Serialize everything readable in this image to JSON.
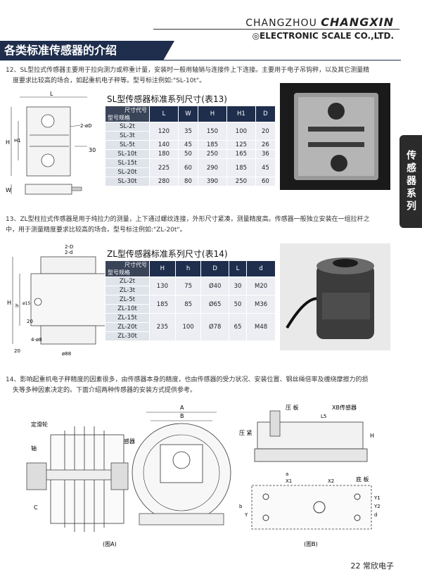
{
  "header": {
    "city": "CHANGZHOU",
    "brand": "CHANGXIN",
    "company": "◎ELECTRONIC SCALE CO.,LTD.",
    "section_title": "各类标准传感器的介绍",
    "side_tab": "传感器系列"
  },
  "sec12": {
    "text_line1": "12、SL型拉式传感器主要用于拉向测力或称重计量，安装时一般用轴销与连接件上下连接。主要用于电子吊钩秤，以及其它测量精",
    "text_line2": "度要求比较高的场合，如起重机电子秤等。型号标注例如:\"SL-10t\"。",
    "table_title": "SL型传感器标准系列尺寸(表13)",
    "corner_top": "尺寸代号",
    "corner_bottom": "型号规格",
    "columns": [
      "L",
      "W",
      "H",
      "H1",
      "D"
    ],
    "models": [
      "SL-2t",
      "SL-3t",
      "SL-5t",
      "SL-10t",
      "SL-15t",
      "SL-20t",
      "SL-30t"
    ],
    "groups": [
      {
        "rows": 2,
        "values": [
          "120",
          "35",
          "150",
          "100",
          "20"
        ]
      },
      {
        "rows": 1,
        "values": [
          "140",
          "45",
          "185",
          "125",
          "26"
        ]
      },
      {
        "rows": 1,
        "values": [
          "180",
          "50",
          "250",
          "165",
          "36"
        ]
      },
      {
        "rows": 2,
        "values": [
          "225",
          "60",
          "290",
          "185",
          "45"
        ]
      },
      {
        "rows": 1,
        "values": [
          "280",
          "80",
          "390",
          "250",
          "60"
        ]
      }
    ],
    "drawing_labels": {
      "L": "L",
      "H": "H",
      "H1": "H1",
      "W": "W",
      "hole": "2-øD",
      "dim30": "30"
    }
  },
  "sec13": {
    "text_line1": "13、ZL型柱拉式传感器是用于纯拉力的测量，上下通过螺纹连接，外形尺寸紧凑，测量精度高。传感器一般独立安装在一组拉杆之",
    "text_line2": "中，用于测量精度要求比较高的场合。型号标注例如:\"ZL-20t\"。",
    "table_title": "ZL型传感器标准系列尺寸(表14)",
    "corner_top": "尺寸代号",
    "corner_bottom": "型号规格",
    "columns": [
      "H",
      "h",
      "D",
      "L",
      "d"
    ],
    "models": [
      "ZL-2t",
      "ZL-3t",
      "ZL-5t",
      "ZL-10t",
      "ZL-15t",
      "ZL-20t",
      "ZL-30t"
    ],
    "groups": [
      {
        "rows": 2,
        "values": [
          "130",
          "75",
          "Ø40",
          "30",
          "M20"
        ]
      },
      {
        "rows": 2,
        "values": [
          "185",
          "85",
          "Ø65",
          "50",
          "M36"
        ]
      },
      {
        "rows": 3,
        "values": [
          "235",
          "100",
          "Ø78",
          "65",
          "M48"
        ]
      }
    ],
    "drawing_labels": {
      "top1": "2-D",
      "top2": "2-d",
      "H": "H",
      "h": "h",
      "d15": "ø15",
      "dim20": "20",
      "dim20b": "20",
      "hole": "4-ø8",
      "dia": "ø88"
    }
  },
  "sec14": {
    "text_line1": "14、影响起重机电子秤精度的因素很多，由传感器本身的精度，也由传感器的受力状况、安装位置、钢丝绳倍率及缠绕摩擦力的损",
    "text_line2": "失等多种因素决定的。下面介绍两种传感器的安装方式提供参考。",
    "figA": {
      "pulley": "定滑轮",
      "axle": "轴",
      "sensor": "传感器",
      "A": "A",
      "B": "B",
      "C": "C",
      "caption": "(图A)"
    },
    "figB": {
      "plate": "压 板",
      "xb_sensor": "XB传感器",
      "L5": "L5",
      "presser": "压 紧",
      "H": "H",
      "X1": "X1",
      "X2": "X2",
      "a": "a",
      "base": "底 板",
      "b": "b",
      "Y": "Y",
      "Y1": "Y1",
      "Y2": "Y2",
      "d": "d",
      "caption": "(图B)"
    }
  },
  "footer": {
    "page": "22",
    "company": "常欣电子"
  }
}
